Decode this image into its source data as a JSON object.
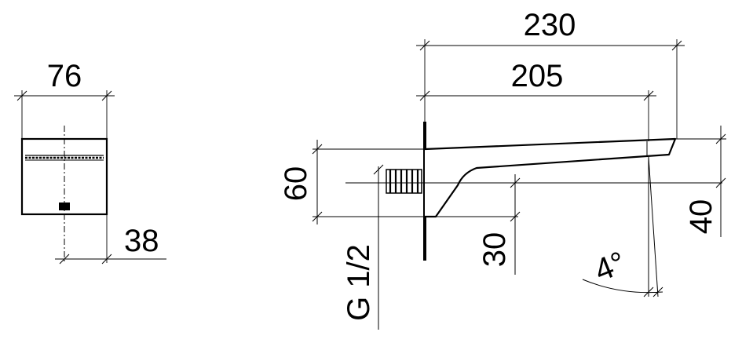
{
  "drawing": {
    "front_view": {
      "width_label": "76",
      "depth_label": "38"
    },
    "side_view": {
      "overall_length_label": "230",
      "projection_label": "205",
      "height_label": "60",
      "thread_label": "G 1/2",
      "outlet_offset_label": "30",
      "outlet_height_label": "40",
      "angle_label": "4°"
    }
  }
}
